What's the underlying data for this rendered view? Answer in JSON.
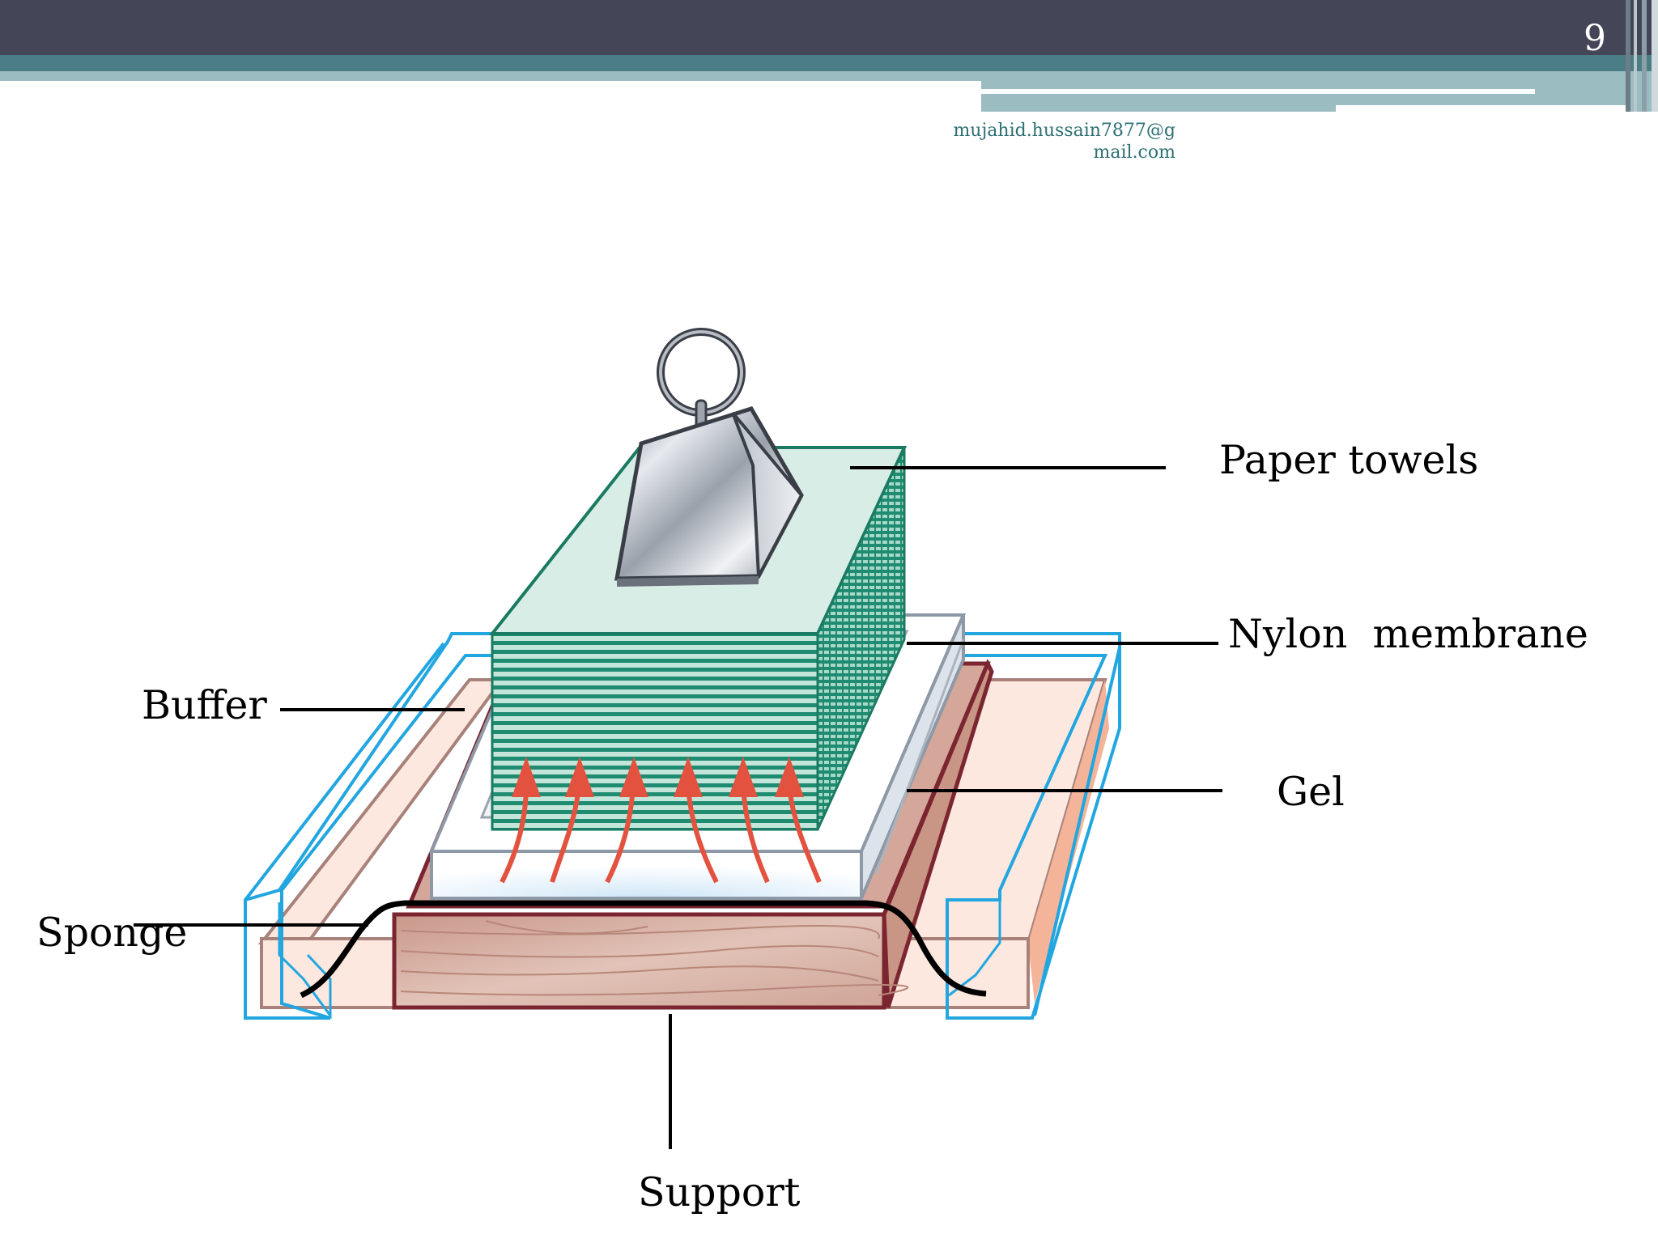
{
  "slide": {
    "page_number": "9",
    "author_email": "mujahid.hussain7877@g\nmail.com"
  },
  "diagram": {
    "labels": {
      "paper_towels": "Paper towels",
      "nylon_membrane": "Nylon  membrane",
      "gel": "Gel",
      "buffer": "Buffer",
      "sponge": "Sponge",
      "support": "Support"
    },
    "colors": {
      "header_dark": "#454558",
      "header_teal": "#4a7d85",
      "paper_towels": "#1f8c72",
      "tray_outline": "#22a6e0",
      "flow_arrows": "#e2523f",
      "support_wood": "#d7b0a3"
    }
  }
}
